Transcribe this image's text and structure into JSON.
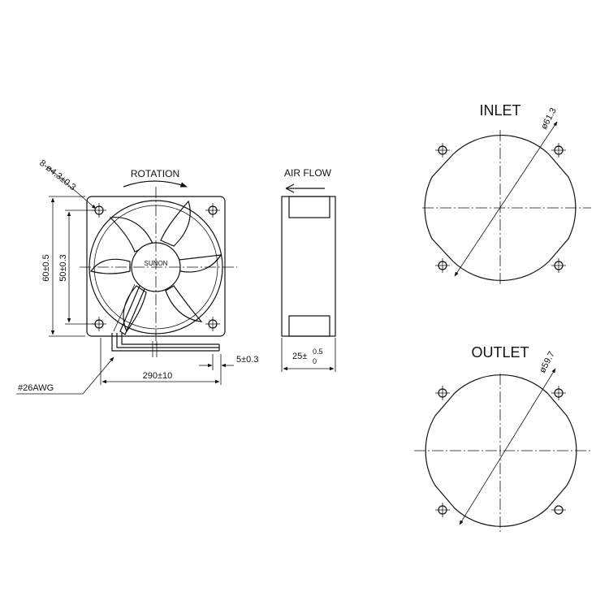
{
  "front_view": {
    "hole_label": "8-ø4.3±0.3",
    "rotation_label": "ROTATION",
    "brand": "SUNON",
    "height_outer": "60±0.5",
    "height_hole": "50±0.3",
    "wire_gauge": "#26AWG",
    "lead_length": "290±10",
    "strip_length": "5±0.3"
  },
  "side_view": {
    "airflow_label": "AIR FLOW",
    "depth_main": "25±",
    "depth_tol_upper": "0.5",
    "depth_tol_lower": "0"
  },
  "inlet_view": {
    "title": "INLET",
    "diameter": "ø61.3"
  },
  "outlet_view": {
    "title": "OUTLET",
    "diameter": "ø59.7"
  }
}
